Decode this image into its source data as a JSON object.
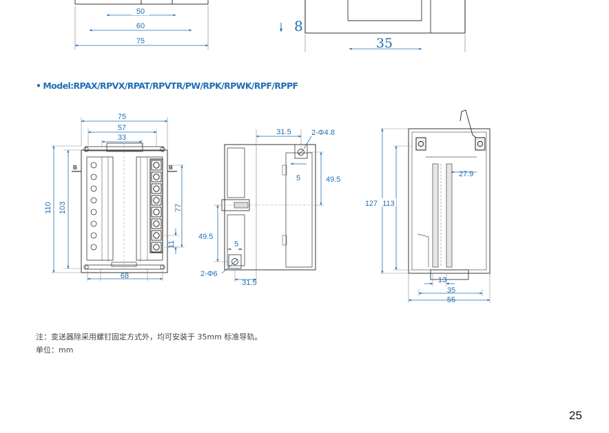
{
  "colors": {
    "dimension": "#1f6fb5",
    "outline": "#333333",
    "light": "#8a8a8a",
    "heading": "#1f6fb5"
  },
  "top_fragments": {
    "left_dims": [
      "50",
      "60",
      "75"
    ],
    "right_height": "8",
    "right_width": "35"
  },
  "section": {
    "bullet": "•",
    "title": "Model:RPAX/RPVX/RPAT/RPVTR/PW/RPK/RPWK/RPF/RPPF"
  },
  "front_view": {
    "dims": {
      "width_outer": "75",
      "width_mid": "57",
      "width_inner": "33",
      "height_outer": "110",
      "height_inner": "103",
      "height_right": "77",
      "terminal_pitch": "11",
      "base_width": "68",
      "section_marker_left": "B",
      "section_marker_right": "B"
    },
    "terminal_count": 8
  },
  "side_view": {
    "dims": {
      "top_offset": "31.5",
      "hole_top": "2-Φ4.8",
      "top_small": "5",
      "top_height": "49.5",
      "bottom_height": "49.5",
      "bottom_small": "5",
      "hole_bottom": "2-Φ6",
      "bottom_offset": "31.5"
    }
  },
  "section_view": {
    "dims": {
      "height_outer": "127",
      "height_inner": "113",
      "rail_depth": "27.9",
      "bottom_small": "13",
      "bottom_mid": "35",
      "bottom_outer": "55"
    }
  },
  "notes": {
    "line1": "注：变送器除采用螺钉固定方式外，均可安装于 35mm 标准导轨。",
    "line2": "单位：mm"
  },
  "page_number": "25"
}
